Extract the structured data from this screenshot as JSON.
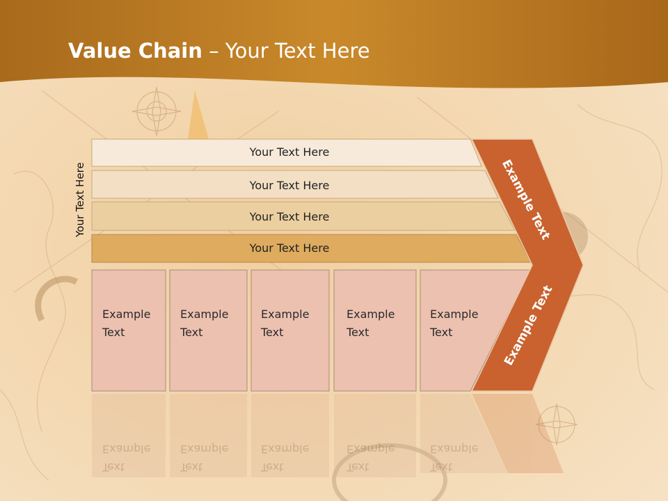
{
  "title": {
    "bold": "Value Chain",
    "rest": " – Your Text Here"
  },
  "side_label": "Your Text Here",
  "rows": [
    "Your Text Here",
    "Your Text Here",
    "Your Text Here",
    "Your Text Here"
  ],
  "cells": [
    {
      "line1": "Example",
      "line2": "Text"
    },
    {
      "line1": "Example",
      "line2": "Text"
    },
    {
      "line1": "Example",
      "line2": "Text"
    },
    {
      "line1": "Example",
      "line2": "Text"
    },
    {
      "line1": "Example",
      "line2": "Text"
    }
  ],
  "chevron": {
    "top": "Example Text",
    "bottom": "Example Text"
  },
  "colors": {
    "header": "#b8741f",
    "row1": "#f7eadb",
    "row2": "#f2dfc4",
    "row3": "#ebcfa0",
    "row4": "#deab5f",
    "cell": "#ecc1b0",
    "chevron": "#c9622e"
  }
}
